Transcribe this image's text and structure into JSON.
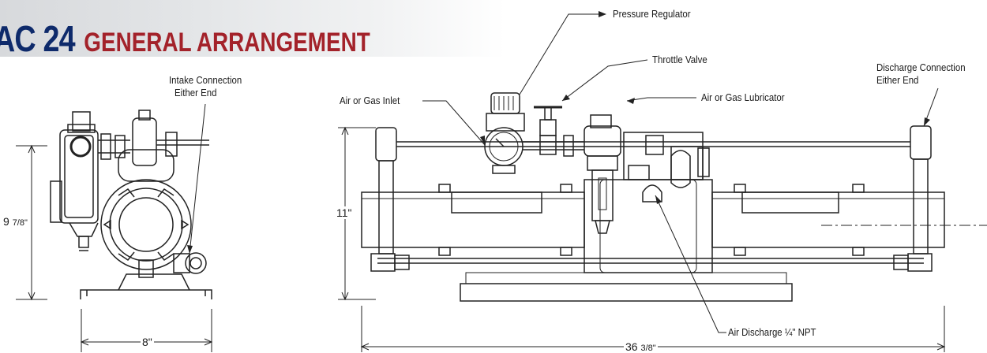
{
  "header": {
    "model": "AC 24",
    "subtitle": "GENERAL ARRANGEMENT"
  },
  "colors": {
    "model": "#0e2a6b",
    "subtitle": "#a3222a"
  },
  "callouts": {
    "pressure_regulator": "Pressure Regulator",
    "throttle_valve": "Throttle Valve",
    "air_gas_inlet": "Air or Gas Inlet",
    "air_gas_lubricator": "Air or Gas Lubricator",
    "intake_connection_1": "Intake Connection",
    "intake_connection_2": "Either End",
    "discharge_connection_1": "Discharge Connection",
    "discharge_connection_2": "Either End",
    "air_discharge": "Air Discharge ¼\" NPT"
  },
  "dimensions": {
    "side_height_whole": "9",
    "side_height_frac": "7/8\"",
    "side_width": "8\"",
    "front_height": "11\"",
    "front_length_whole": "36",
    "front_length_frac": "3/8\""
  }
}
